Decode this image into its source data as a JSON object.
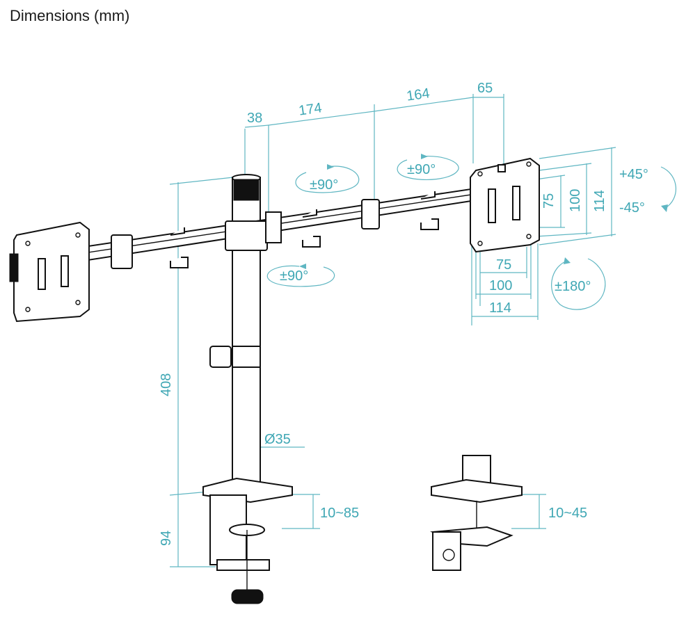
{
  "title": "Dimensions (mm)",
  "dimensions": {
    "d38": "38",
    "d174": "174",
    "d164": "164",
    "d65": "65",
    "rot_left_top": "±90°",
    "rot_mid_top": "±90°",
    "rot_lower": "±90°",
    "tilt_up": "+45°",
    "tilt_down": "-45°",
    "v75": "75",
    "v100": "100",
    "v114": "114",
    "h75": "75",
    "h100": "100",
    "h114": "114",
    "rot180": "±180°",
    "height408": "408",
    "pole_diam": "Ø35",
    "clamp_range": "10~85",
    "base_height": "94",
    "grommet_range": "10~45"
  },
  "colors": {
    "dimension": "#3fa7b4",
    "drawing": "#111111"
  }
}
